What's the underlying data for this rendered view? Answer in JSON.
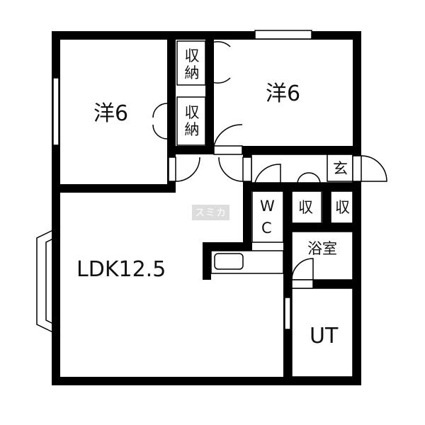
{
  "rooms": {
    "western_left": "洋6",
    "western_right": "洋6",
    "storage_top": "収納",
    "storage_mid": "収納",
    "entrance": "玄",
    "wc_w": "W",
    "wc_c": "C",
    "storage_a": "収",
    "storage_b": "収",
    "bath": "浴室",
    "ldk": "LDK12.5",
    "utility": "UT"
  },
  "watermark": "スミカ",
  "colors": {
    "wall": "#000000",
    "background": "#ffffff"
  }
}
